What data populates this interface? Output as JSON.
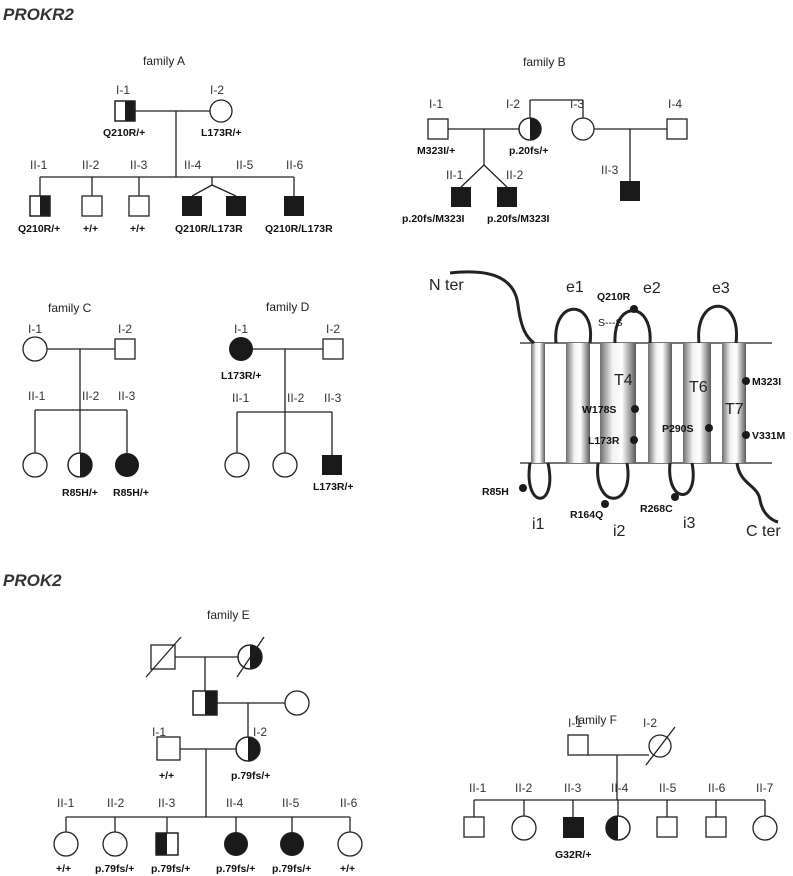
{
  "sections": {
    "receptor": "PROKR2",
    "ligand": "PROK2"
  },
  "families": {
    "A": {
      "title": "family A",
      "ids": [
        "I-1",
        "I-2",
        "II-1",
        "II-2",
        "II-3",
        "II-4",
        "II-5",
        "II-6"
      ],
      "genotypes": [
        "Q210R/+",
        "L173R/+",
        "Q210R/+",
        "+/+",
        "+/+",
        "Q210R/L173R",
        "Q210R/L173R"
      ]
    },
    "B": {
      "title": "family B",
      "ids": [
        "I-1",
        "I-2",
        "I-3",
        "I-4",
        "II-1",
        "II-2",
        "II-3"
      ],
      "genotypes": [
        "M323I/+",
        "p.20fs/+",
        "p.20fs/M323I",
        "p.20fs/M323I"
      ]
    },
    "C": {
      "title": "family C",
      "ids": [
        "I-1",
        "I-2",
        "II-1",
        "II-2",
        "II-3"
      ],
      "genotypes": [
        "R85H/+",
        "R85H/+"
      ]
    },
    "D": {
      "title": "family D",
      "ids": [
        "I-1",
        "I-2",
        "II-1",
        "II-2",
        "II-3"
      ],
      "genotypes": [
        "L173R/+",
        "L173R/+"
      ]
    },
    "E": {
      "title": "family E",
      "ids": [
        "I-1",
        "I-2",
        "II-1",
        "II-2",
        "II-3",
        "II-4",
        "II-5",
        "II-6"
      ],
      "genotypes": [
        "+/+",
        "p.79fs/+",
        "+/+",
        "p.79fs/+",
        "p.79fs/+",
        "p.79fs/+",
        "p.79fs/+",
        "+/+"
      ]
    },
    "F": {
      "title": "family F",
      "ids": [
        "I-1",
        "I-2",
        "II-1",
        "II-2",
        "II-3",
        "II-4",
        "II-5",
        "II-6",
        "II-7"
      ],
      "genotypes": [
        "G32R/+"
      ]
    }
  },
  "receptor_diagram": {
    "ends": [
      "N ter",
      "C ter"
    ],
    "extracellular_loops": [
      "e1",
      "e2",
      "e3"
    ],
    "intracellular_loops": [
      "i1",
      "i2",
      "i3"
    ],
    "helices": [
      "T4",
      "T6",
      "T7"
    ],
    "disulfide": "S---S",
    "mutations": [
      "Q210R",
      "W178S",
      "L173R",
      "P290S",
      "M323I",
      "V331M",
      "R85H",
      "R164Q",
      "R268C"
    ]
  }
}
